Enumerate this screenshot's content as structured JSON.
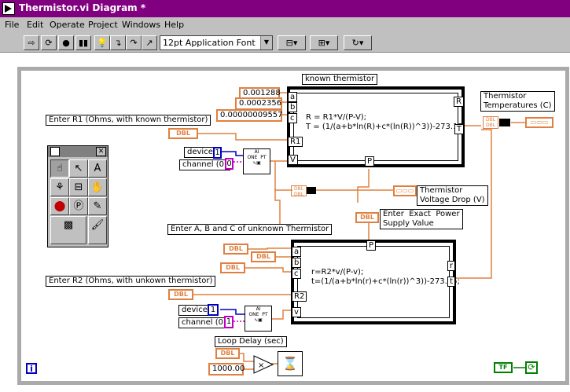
{
  "window": {
    "title": "Thermistor.vi Diagram *"
  },
  "menu": [
    {
      "label": "File"
    },
    {
      "label": "Edit"
    },
    {
      "label": "Operate"
    },
    {
      "label": "Project"
    },
    {
      "label": "Windows"
    },
    {
      "label": "Help"
    }
  ],
  "toolbar": {
    "buttons": [
      {
        "icon": "run-arrow-icon"
      },
      {
        "icon": "run-continuously-icon"
      },
      {
        "icon": "abort-icon"
      },
      {
        "icon": "pause-icon"
      },
      {
        "icon": "highlight-execution-icon"
      },
      {
        "icon": "step-into-icon"
      },
      {
        "icon": "step-over-icon"
      },
      {
        "icon": "step-out-icon"
      }
    ],
    "font": "12pt Application Font"
  },
  "diagram": {
    "labels": {
      "known_thermistor": "known thermistor",
      "enter_r1": "Enter R1 (Ohms, with known thermistor)",
      "thermistor_temperatures": "Thermistor\nTemperatures (C)",
      "thermistor_voltage_drop": "Thermistor\nVoltage Drop (V)",
      "enter_power_supply": "Enter  Exact  Power\nSupply Value",
      "enter_abc": "Enter A, B and C of unknown Thermistor",
      "enter_r2": "Enter R2 (Ohms, with unkown thermistor)",
      "loop_delay": "Loop Delay (sec)",
      "device1": "device",
      "channel1": "channel (0)",
      "device2": "device",
      "channel2": "channel (0)"
    },
    "constants": {
      "a": "0.001288",
      "b": "0.0002356",
      "c": "0.00000009557",
      "delay": "1000.00",
      "device1_value": "1",
      "channel1_value": "0",
      "device2_value": "1",
      "channel2_value": "1"
    },
    "formula1": {
      "text": "R = R1*V/(P-V);\nT = (1/(a+b*ln(R)+c*(ln(R))^3))-273.15;",
      "inputs": [
        "a",
        "b",
        "c",
        "R1",
        "V"
      ],
      "outputs": [
        "R",
        "T"
      ],
      "bottom_input": "P"
    },
    "formula2": {
      "text": "r=R2*v/(P-v);\nt=(1/(a+b*ln(r)+c*(ln(r))^3))-273.15;",
      "inputs": [
        "a",
        "b",
        "c",
        "R2",
        "v"
      ],
      "outputs": [
        "r",
        "t"
      ],
      "top_input": "P"
    },
    "dbl_tag": "DBL",
    "ai_block_text": "AI\nONE  PT",
    "true_tag": "TF",
    "info_icon": "i"
  },
  "colors": {
    "title_bar": "#800080",
    "wire_orange": "#e08040",
    "wire_blue": "#0000c0",
    "wire_magenta": "#c000c0",
    "boolean_green": "#008000",
    "loop_border": "#aaaaaa"
  }
}
